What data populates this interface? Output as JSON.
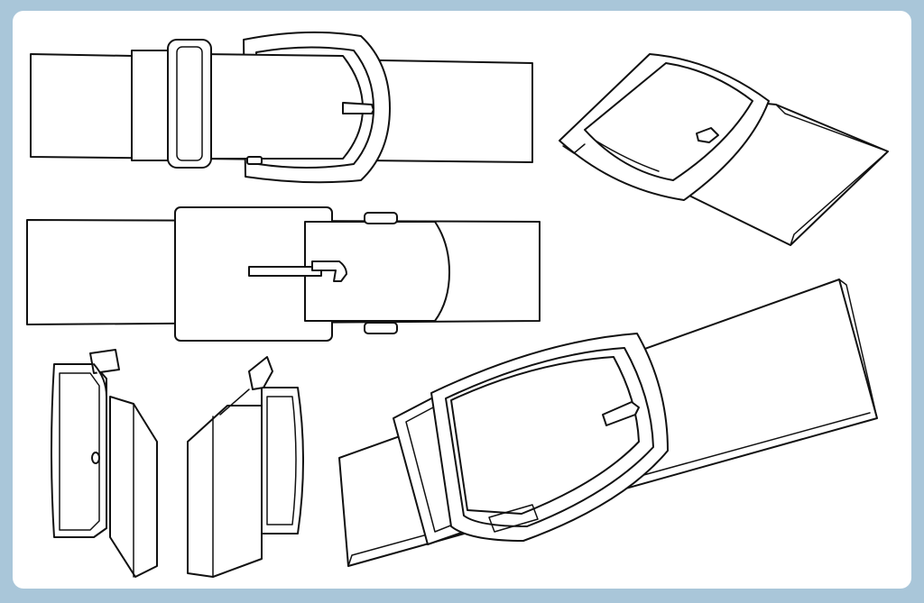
{
  "canvas": {
    "background_color": "#a9c6d9",
    "sheet_color": "#ffffff",
    "line_color": "#111111"
  },
  "views": [
    {
      "id": "front",
      "name": "belt-buckle-front-view"
    },
    {
      "id": "perspective-top-right",
      "name": "belt-buckle-perspective-small"
    },
    {
      "id": "back",
      "name": "belt-buckle-back-view"
    },
    {
      "id": "side-left",
      "name": "belt-buckle-side-view-left"
    },
    {
      "id": "side-right",
      "name": "belt-buckle-side-view-right"
    },
    {
      "id": "perspective-large",
      "name": "belt-buckle-perspective-large"
    }
  ]
}
